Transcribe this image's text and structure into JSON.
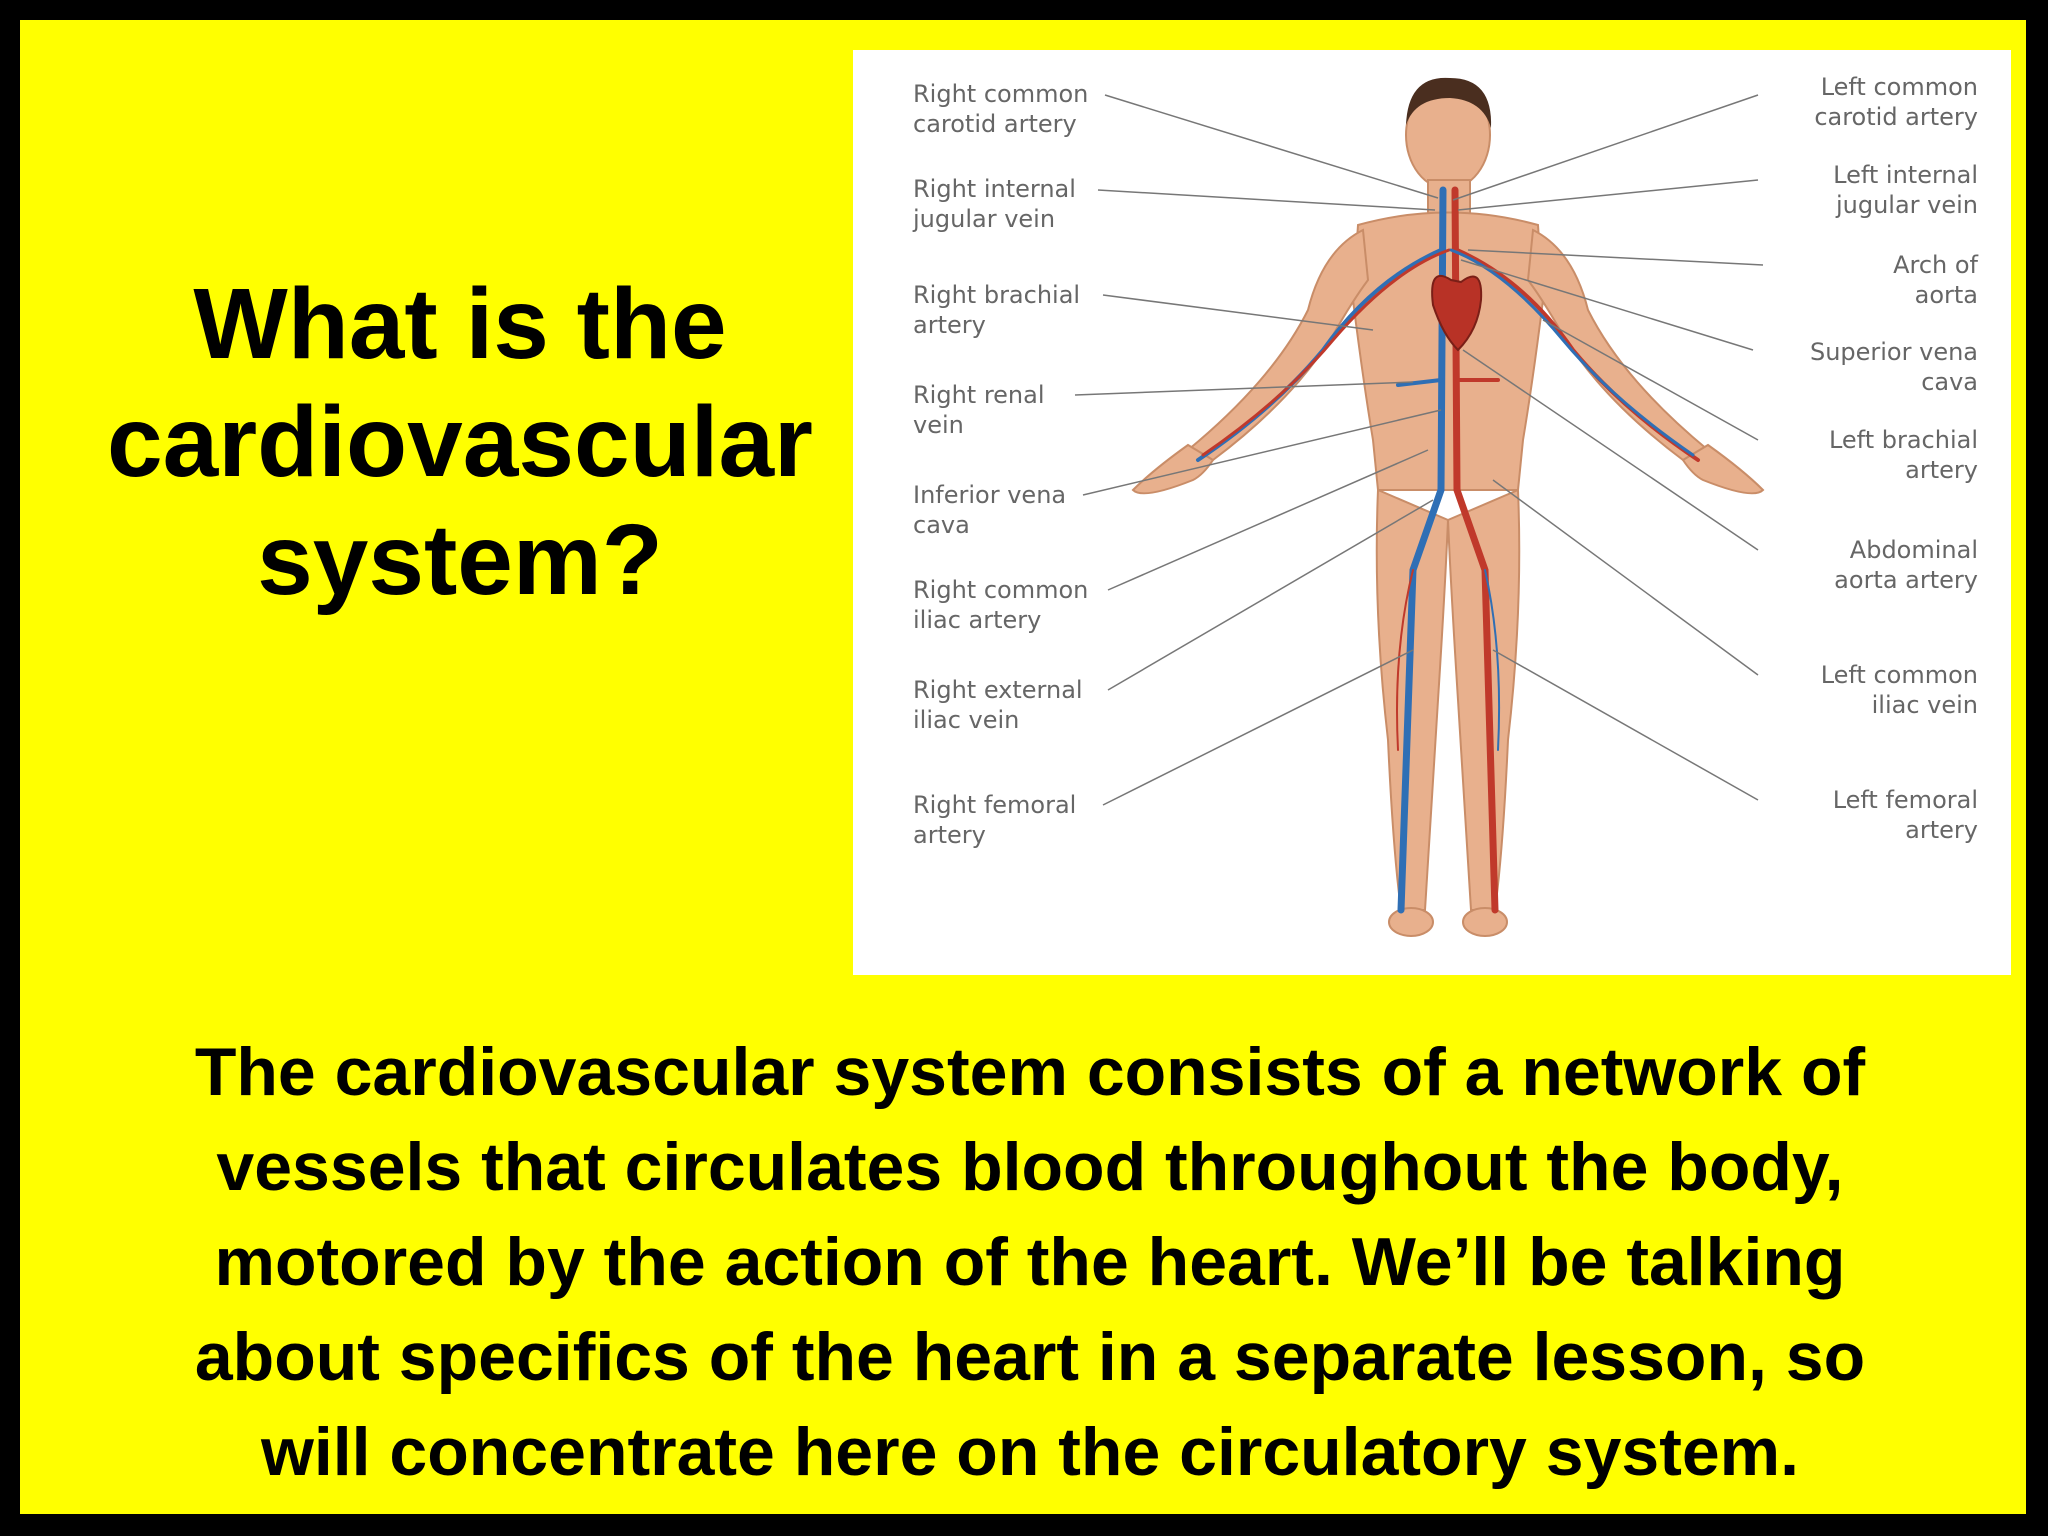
{
  "slide": {
    "title_lines": [
      "What is the",
      "cardiovascular",
      "system?"
    ],
    "body_lines": [
      "The cardiovascular system consists of a network of",
      "vessels that circulates blood throughout the body,",
      "motored by the action of the heart. We’ll be talking",
      "about specifics of the heart in a separate lesson, so",
      "will concentrate here on the circulatory system."
    ],
    "colors": {
      "background": "#ffff00",
      "frame": "#000000",
      "text": "#000000",
      "artery": "#c0392b",
      "vein": "#2f6fb5",
      "skin": "#e8b08d"
    }
  },
  "diagram": {
    "labels_left": [
      [
        "Right common",
        "carotid artery"
      ],
      [
        "Right internal",
        "jugular vein"
      ],
      [
        "Right brachial",
        "artery"
      ],
      [
        "Right renal",
        "vein"
      ],
      [
        "Inferior vena",
        "cava"
      ],
      [
        "Right common",
        "iliac artery"
      ],
      [
        "Right external",
        "iliac vein"
      ],
      [
        "Right femoral",
        "artery"
      ]
    ],
    "labels_right": [
      [
        "Left common",
        "carotid artery"
      ],
      [
        "Left internal",
        "jugular vein"
      ],
      [
        "Arch of",
        "aorta"
      ],
      [
        "Superior vena",
        "cava"
      ],
      [
        "Left brachial",
        "artery"
      ],
      [
        "Abdominal",
        "aorta artery"
      ],
      [
        "Left common",
        "iliac vein"
      ],
      [
        "Left femoral",
        "artery"
      ]
    ]
  }
}
